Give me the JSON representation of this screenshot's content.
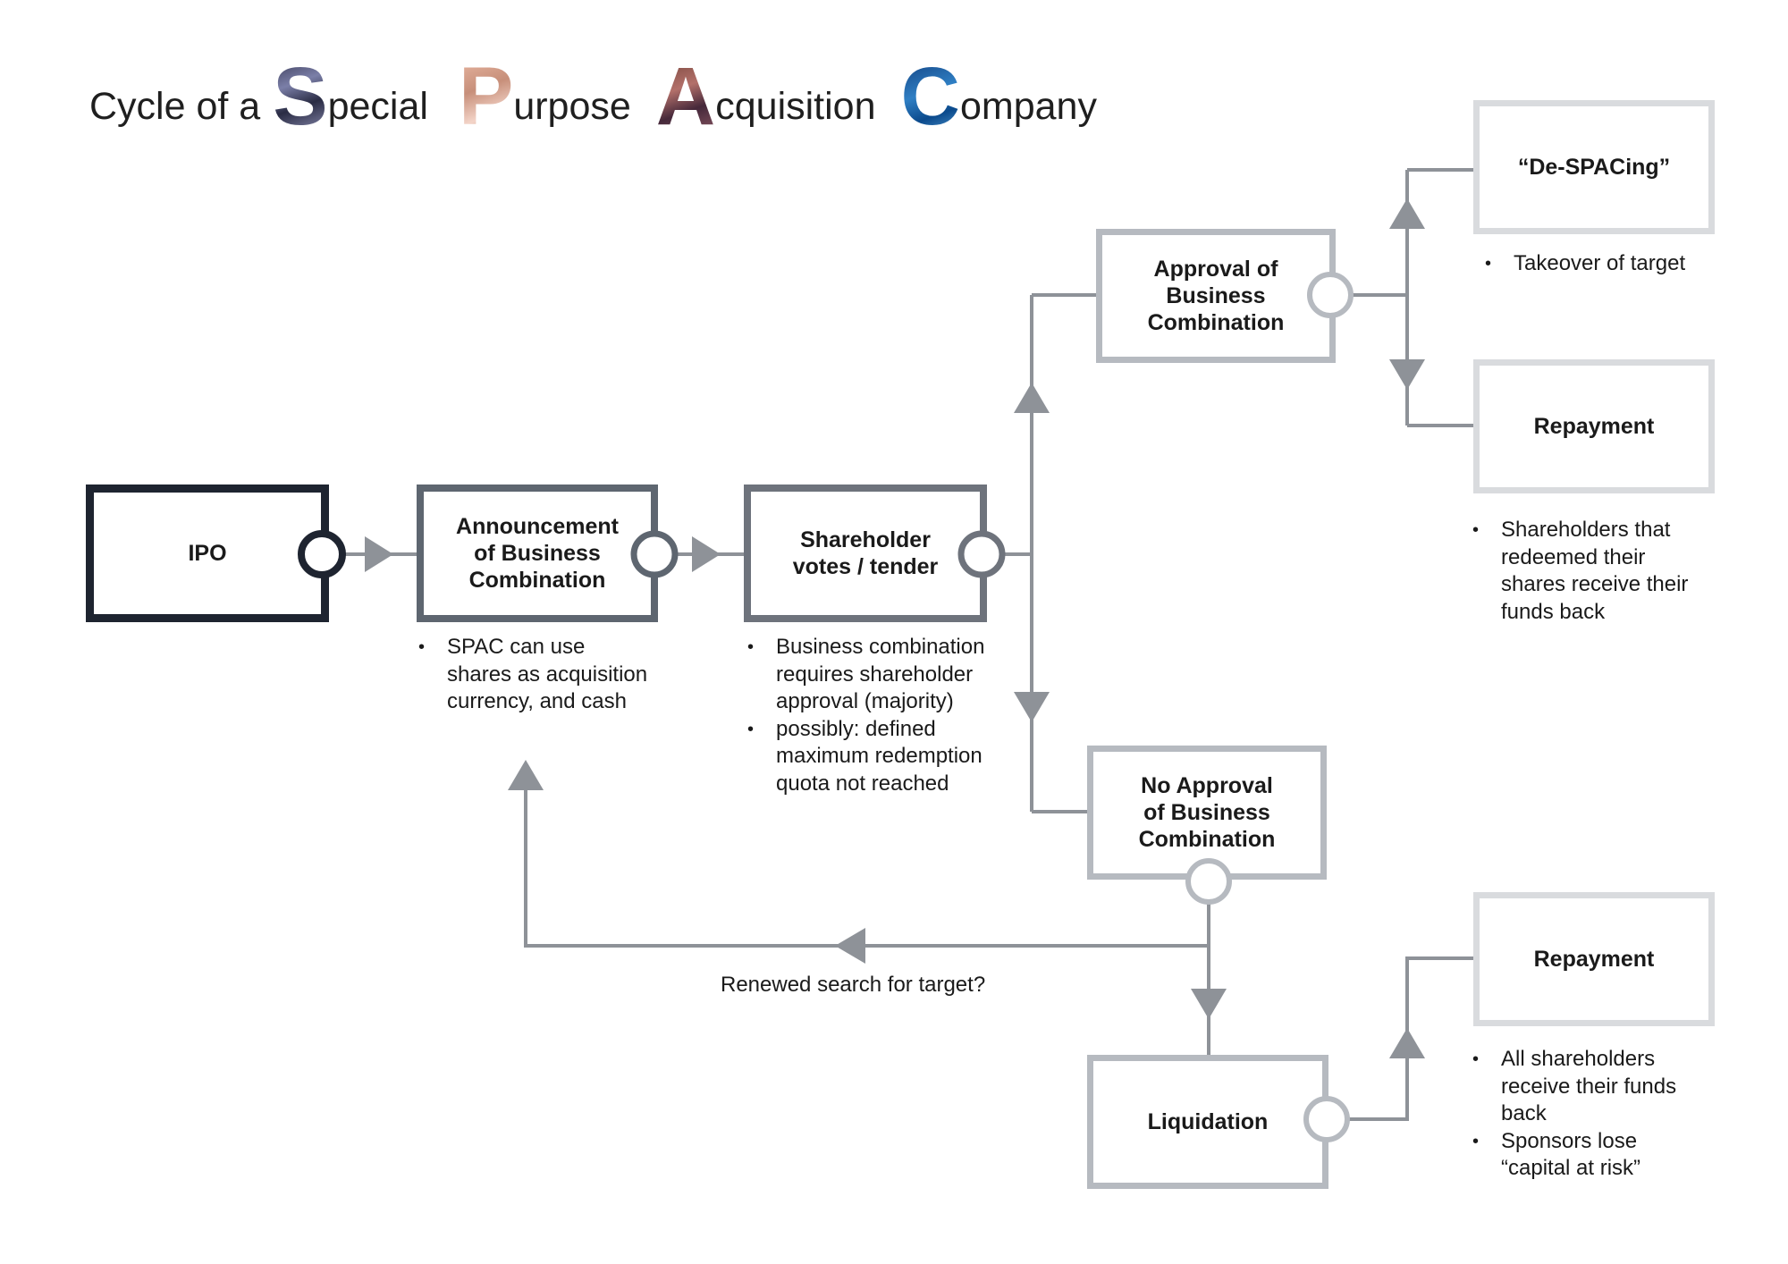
{
  "title": {
    "prefix": "Cycle of a",
    "words": [
      {
        "initial": "S",
        "rest": "pecial"
      },
      {
        "initial": "P",
        "rest": "urpose"
      },
      {
        "initial": "A",
        "rest": "cquisition"
      },
      {
        "initial": "C",
        "rest": "ompany"
      }
    ]
  },
  "nodes": {
    "ipo": {
      "lines": [
        "IPO"
      ]
    },
    "announcement": {
      "lines": [
        "Announcement",
        "of Business",
        "Combination"
      ]
    },
    "vote": {
      "lines": [
        "Shareholder",
        "votes / tender"
      ]
    },
    "approval": {
      "lines": [
        "Approval of",
        "Business",
        "Combination"
      ]
    },
    "no_approval": {
      "lines": [
        "No Approval",
        "of Business",
        "Combination"
      ]
    },
    "liquidation": {
      "lines": [
        "Liquidation"
      ]
    },
    "despacing": {
      "lines": [
        "“De-SPACing”"
      ]
    },
    "repayment_approval": {
      "lines": [
        "Repayment"
      ]
    },
    "repayment_liquidation": {
      "lines": [
        "Repayment"
      ]
    }
  },
  "notes": {
    "announcement": [
      "SPAC can use shares as acquisition currency, and cash"
    ],
    "vote": [
      "Business combination requires shareholder approval (majority)",
      "possibly: defined maximum redemption quota not reached"
    ],
    "despacing": [
      "Takeover of target"
    ],
    "repayment_approval": [
      "Shareholders that redeemed their shares receive their funds back"
    ],
    "repayment_liquidation": [
      "All shareholders receive their funds back",
      "Sponsors lose “capital at risk”"
    ]
  },
  "loop_label": "Renewed search for target?",
  "colors": {
    "dark": "#1e2430",
    "mid": "#5e6670",
    "midgray": "#6e737c",
    "light": "#b6bac0",
    "pale": "#d9dbde",
    "line": "#8e9298"
  }
}
